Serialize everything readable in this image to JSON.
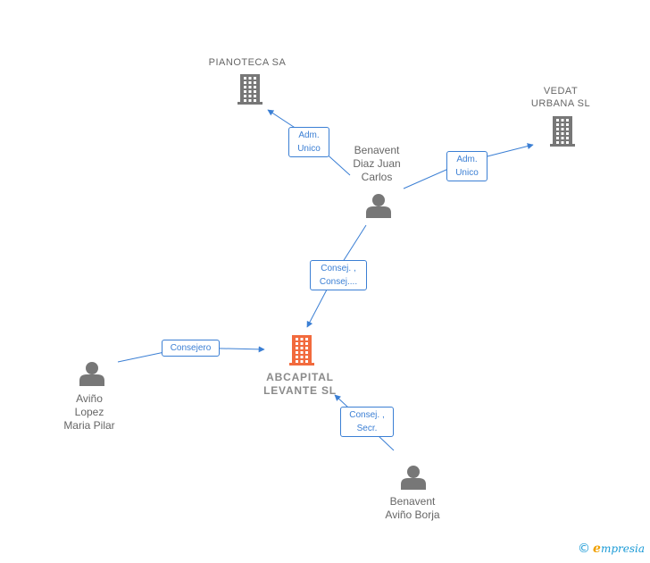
{
  "colors": {
    "edge": "#3b7fd4",
    "node_gray": "#777777",
    "focus_company": "#f26a3d"
  },
  "nodes": {
    "pianoteca": {
      "label": "PIANOTECA SA",
      "type": "company",
      "icon": "building-icon"
    },
    "vedat": {
      "label": "VEDAT\nURBANA  SL",
      "type": "company",
      "icon": "building-icon"
    },
    "abcapital": {
      "label": "ABCAPITAL\nLEVANTE  SL",
      "type": "company",
      "icon": "building-icon",
      "focus": true
    },
    "benavent_diaz": {
      "label": "Benavent\nDiaz Juan\nCarlos",
      "type": "person",
      "icon": "person-icon"
    },
    "avino_lopez": {
      "label": "Aviño\nLopez\nMaria Pilar",
      "type": "person",
      "icon": "person-icon"
    },
    "benavent_avino": {
      "label": "Benavent\nAviño Borja",
      "type": "person",
      "icon": "person-icon"
    }
  },
  "edges": [
    {
      "id": "e1",
      "from": "benavent_diaz",
      "to": "pianoteca",
      "label": "Adm.\nUnico"
    },
    {
      "id": "e2",
      "from": "benavent_diaz",
      "to": "vedat",
      "label": "Adm.\nUnico"
    },
    {
      "id": "e3",
      "from": "benavent_diaz",
      "to": "abcapital",
      "label": "Consej. ,\nConsej...."
    },
    {
      "id": "e4",
      "from": "avino_lopez",
      "to": "abcapital",
      "label": "Consejero"
    },
    {
      "id": "e5",
      "from": "benavent_avino",
      "to": "abcapital",
      "label": "Consej. ,\nSecr."
    }
  ],
  "footer": {
    "copyright": "©",
    "brand_initial": "e",
    "brand_rest": "mpresia"
  }
}
